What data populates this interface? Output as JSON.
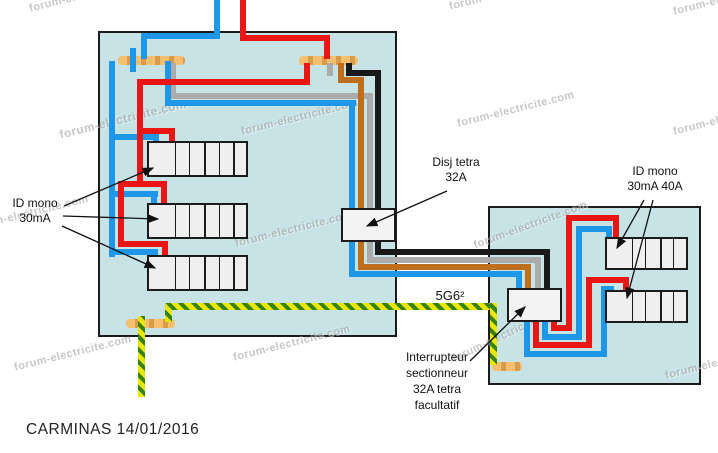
{
  "diagram": {
    "watermark": "forum-electricite.com",
    "signature": "CARMINAS 14/01/2016",
    "labels": {
      "id_mono_left": {
        "line1": "ID mono",
        "line2": "30mA"
      },
      "disj_tetra": {
        "line1": "Disj tetra",
        "line2": "32A"
      },
      "id_mono_right": {
        "line1": "ID mono",
        "line2": "30mA 40A"
      },
      "cable": "5G6²",
      "sectionneur": {
        "line1": "Interrupteur",
        "line2": "sectionneur",
        "line3": "32A tetra",
        "line4": "facultatif"
      }
    },
    "colors": {
      "phase_red": "#ea1515",
      "neutral_blue": "#1f97e9",
      "phase_black": "#191919",
      "phase_brown": "#be6f1e",
      "neutral_gray": "#ababab",
      "earth_yellow": "#eae600",
      "earth_green": "#35830c",
      "busbar_tan": "#f4bf6e",
      "panel_background": "#c7e3e6",
      "box_fill": "#f3f3f3"
    }
  }
}
